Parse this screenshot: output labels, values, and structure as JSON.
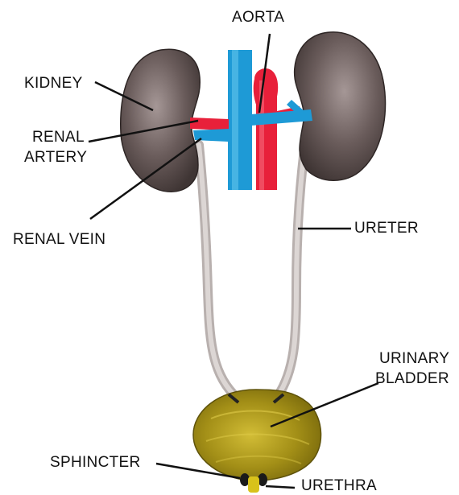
{
  "labels": {
    "aorta": "AORTA",
    "kidney": "KIDNEY",
    "renal_artery_line1": "RENAL",
    "renal_artery_line2": "ARTERY",
    "renal_vein": "RENAL VEIN",
    "ureter": "URETER",
    "urinary_bladder_line1": "URINARY",
    "urinary_bladder_line2": "BLADDER",
    "sphincter": "SPHINCTER",
    "urethra": "URETHRA"
  },
  "colors": {
    "kidney": "#5b4e4d",
    "kidney_highlight": "#9c8f8d",
    "artery": "#e8203a",
    "vein": "#1e9ad6",
    "ureter": "#c9c1c0",
    "bladder": "#9e8a12",
    "bladder_highlight": "#cbb52e",
    "sphincter": "#1a1a1a",
    "urethra": "#d8c21a",
    "leader_line": "#111111"
  }
}
